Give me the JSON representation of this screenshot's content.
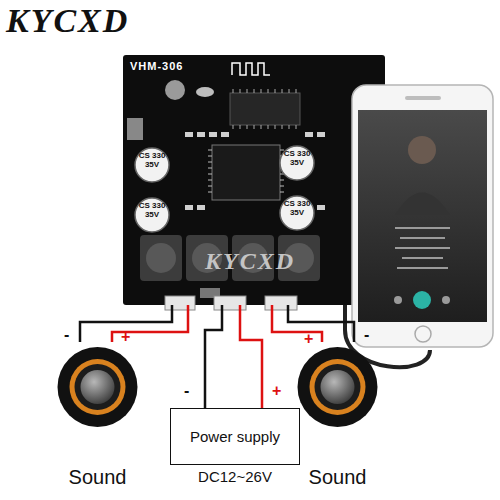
{
  "diagram": {
    "nodes": [
      {
        "text": [
          "VHM-306"
        ]
      },
      {
        "text": [
          "Sound"
        ]
      },
      {
        "text": [
          "Power supply",
          "DC12~26V"
        ]
      },
      {
        "text": [
          "Sound"
        ]
      }
    ],
    "edges": [
      {
        "from": 1,
        "to": 0,
        "arrow": "none"
      },
      {
        "from": 1,
        "to": 0,
        "arrow": "none"
      },
      {
        "from": 2,
        "to": 0,
        "arrow": "none"
      },
      {
        "from": 2,
        "to": 0,
        "arrow": "none"
      },
      {
        "from": 3,
        "to": 0,
        "arrow": "none"
      },
      {
        "from": 3,
        "to": 0,
        "arrow": "none"
      }
    ],
    "labels": [
      "KYCXD",
      "KYCXD",
      "CS 330 35V",
      "CS 330 35V",
      "CS 330 35V",
      "CS 330 35V",
      "-",
      "+",
      "-",
      "+",
      "+",
      "-"
    ]
  }
}
